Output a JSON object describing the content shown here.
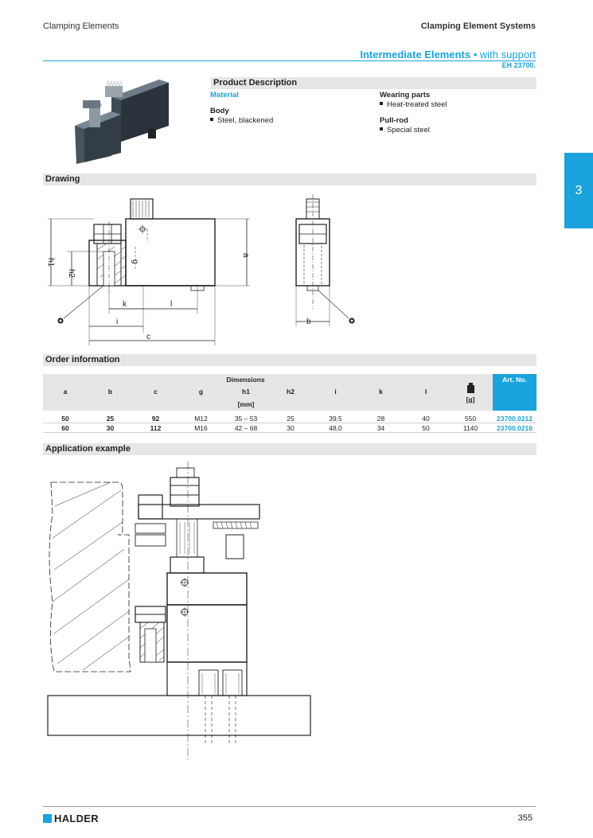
{
  "header": {
    "left": "Clamping Elements",
    "right": "Clamping Element Systems"
  },
  "title": {
    "main": "Intermediate Elements",
    "bullet": "•",
    "sub": "with support",
    "code": "EH 23700."
  },
  "side_tab": "3",
  "product": {
    "heading": "Product Description",
    "material_label": "Material",
    "body_label": "Body",
    "body_value": "Steel, blackened",
    "wearing_label": "Wearing parts",
    "wearing_value": "Heat-treated steel",
    "pullrod_label": "Pull-rod",
    "pullrod_value": "Special steel"
  },
  "drawing": {
    "heading": "Drawing",
    "labels": {
      "h1": "h1",
      "h2": "h2",
      "g": "g",
      "a": "a",
      "k": "k",
      "l": "l",
      "i": "i",
      "c": "c",
      "b": "b"
    }
  },
  "order": {
    "heading": "Order information",
    "dimensions_label": "Dimensions",
    "unit_mm": "[mm]",
    "unit_g": "[g]",
    "artno_label": "Art. No.",
    "columns": [
      "a",
      "b",
      "c",
      "g",
      "h1",
      "h2",
      "i",
      "k",
      "l"
    ],
    "rows": [
      {
        "a": "50",
        "b": "25",
        "c": "92",
        "g": "M12",
        "h1": "35 – 53",
        "h2": "25",
        "i": "39,5",
        "k": "28",
        "l": "40",
        "weight": "550",
        "artno": "23700.0212"
      },
      {
        "a": "60",
        "b": "30",
        "c": "112",
        "g": "M16",
        "h1": "42 – 68",
        "h2": "30",
        "i": "48,0",
        "k": "34",
        "l": "50",
        "weight": "1140",
        "artno": "23700.0216"
      }
    ]
  },
  "application": {
    "heading": "Application example"
  },
  "footer": {
    "brand": "HALDER",
    "page": "355"
  },
  "colors": {
    "accent": "#1aa3dc",
    "bar": "#e6e6e6"
  }
}
